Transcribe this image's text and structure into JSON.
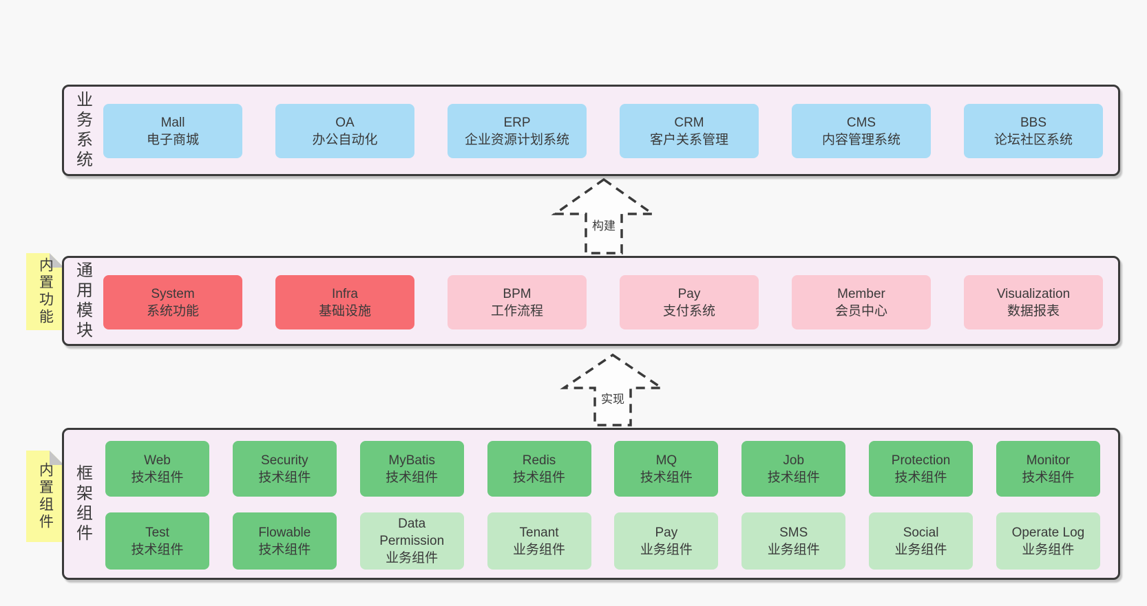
{
  "colors": {
    "page_bg": "#f8f8f8",
    "band_bg": "#f7ecf6",
    "band_border": "#3a3a3a",
    "blue_box": "#a9dcf6",
    "red_box": "#f76d72",
    "pink_box": "#fbc9d3",
    "green_dark_box": "#6dc97f",
    "green_light_box": "#c2e8c5",
    "sticky_yellow": "#fbfa9e",
    "sticky_fold_gray": "#c6c6c6"
  },
  "bands": [
    {
      "label": "业务系统",
      "boxes": [
        {
          "name": "Mall",
          "desc": "电子商城"
        },
        {
          "name": "OA",
          "desc": "办公自动化"
        },
        {
          "name": "ERP",
          "desc": "企业资源计划系统"
        },
        {
          "name": "CRM",
          "desc": "客户关系管理"
        },
        {
          "name": "CMS",
          "desc": "内容管理系统"
        },
        {
          "name": "BBS",
          "desc": "论坛社区系统"
        }
      ]
    },
    {
      "label": "通用模块",
      "sticky": "内置功能",
      "boxes": [
        {
          "name": "System",
          "desc": "系统功能"
        },
        {
          "name": "Infra",
          "desc": "基础设施"
        },
        {
          "name": "BPM",
          "desc": "工作流程"
        },
        {
          "name": "Pay",
          "desc": "支付系统"
        },
        {
          "name": "Member",
          "desc": "会员中心"
        },
        {
          "name": "Visualization",
          "desc": "数据报表"
        }
      ]
    },
    {
      "label": "框架组件",
      "sticky": "内置组件",
      "row1": [
        {
          "name": "Web",
          "desc": "技术组件"
        },
        {
          "name": "Security",
          "desc": "技术组件"
        },
        {
          "name": "MyBatis",
          "desc": "技术组件"
        },
        {
          "name": "Redis",
          "desc": "技术组件"
        },
        {
          "name": "MQ",
          "desc": "技术组件"
        },
        {
          "name": "Job",
          "desc": "技术组件"
        },
        {
          "name": "Protection",
          "desc": "技术组件"
        },
        {
          "name": "Monitor",
          "desc": "技术组件"
        }
      ],
      "row2": [
        {
          "name": "Test",
          "desc": "技术组件"
        },
        {
          "name": "Flowable",
          "desc": "技术组件"
        },
        {
          "name": "Data Permission",
          "desc": "业务组件"
        },
        {
          "name": "Tenant",
          "desc": "业务组件"
        },
        {
          "name": "Pay",
          "desc": "业务组件"
        },
        {
          "name": "SMS",
          "desc": "业务组件"
        },
        {
          "name": "Social",
          "desc": "业务组件"
        },
        {
          "name": "Operate Log",
          "desc": "业务组件"
        }
      ]
    }
  ],
  "arrows": [
    {
      "label": "构建"
    },
    {
      "label": "实现"
    }
  ]
}
